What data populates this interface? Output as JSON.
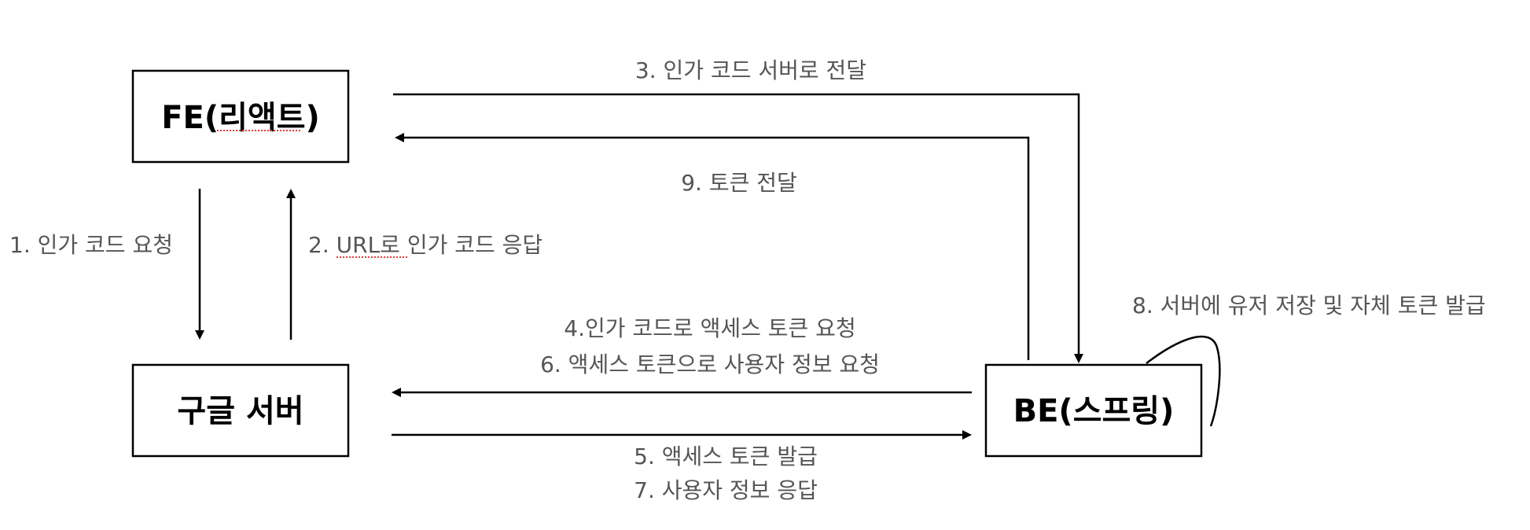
{
  "nodes": {
    "fe": "FE(리액트)",
    "google": "구글 서버",
    "be": "BE(스프링)"
  },
  "edges": {
    "step1": "1. 인가 코드 요청",
    "step2": "2. URL로 인가 코드 응답",
    "step3": "3. 인가 코드 서버로 전달",
    "step4": "4.인가 코드로 액세스 토큰 요청",
    "step5": "5. 액세스 토큰 발급",
    "step6": "6. 액세스 토큰으로 사용자 정보 요청",
    "step7": "7. 사용자 정보 응답",
    "step8": "8. 서버에 유저 저장 및 자체 토큰 발급",
    "step9": "9. 토큰 전달"
  }
}
